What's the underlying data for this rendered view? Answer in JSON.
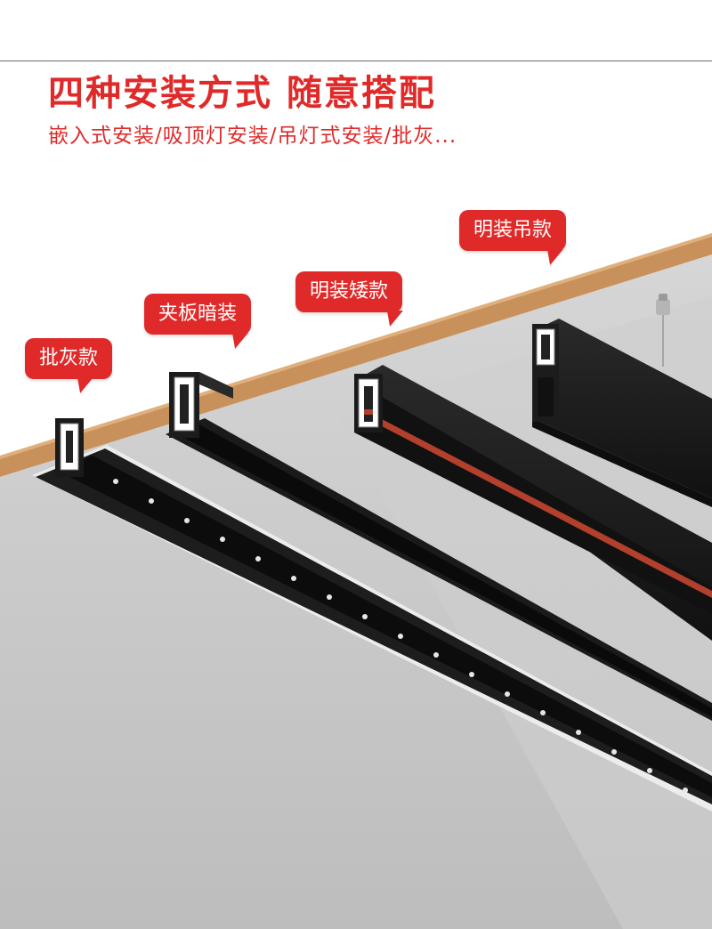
{
  "header": {
    "title": "四种安装方式 随意搭配",
    "subtitle": "嵌入式安装/吸顶灯安装/吊灯式安装/批灰..."
  },
  "labels": [
    {
      "text": "批灰款"
    },
    {
      "text": "夹板暗装"
    },
    {
      "text": "明装矮款"
    },
    {
      "text": "明装吊款"
    }
  ],
  "colors": {
    "accent_red": "#e02a2a",
    "wood": "#c8905a",
    "ceiling_grey": "#c9c9c9",
    "track_black": "#1c1c1c",
    "copper_strip": "#b2402c"
  }
}
